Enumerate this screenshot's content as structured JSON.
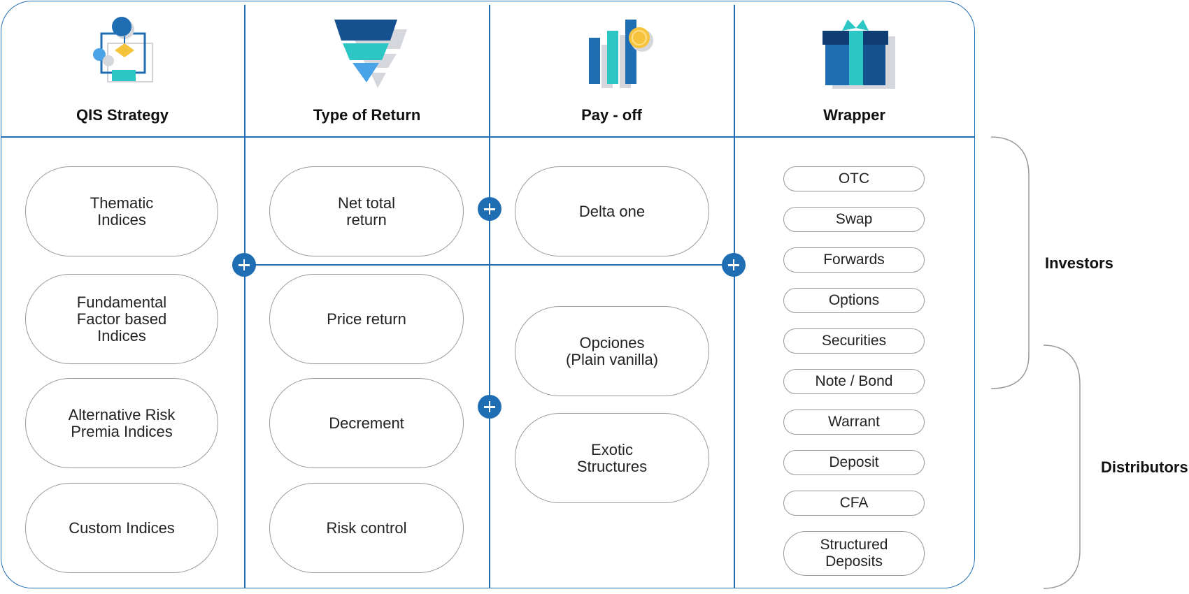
{
  "columns": [
    {
      "title": "QIS Strategy",
      "icon": "flowchart-icon"
    },
    {
      "title": "Type of Return",
      "icon": "funnel-icon"
    },
    {
      "title": "Pay - off",
      "icon": "bar-chart-coin-icon"
    },
    {
      "title": "Wrapper",
      "icon": "gift-box-icon"
    }
  ],
  "qis": [
    "Thematic\nIndices",
    "Fundamental\nFactor based\nIndices",
    "Alternative Risk\nPremia Indices",
    "Custom Indices"
  ],
  "returns": [
    "Net total\nreturn",
    "Price return",
    "Decrement",
    "Risk control"
  ],
  "payoff": [
    "Delta one",
    "Opciones\n(Plain vanilla)",
    "Exotic\nStructures"
  ],
  "wrapper": [
    "OTC",
    "Swap",
    "Forwards",
    "Options",
    "Securities",
    "Note / Bond",
    "Warrant",
    "Deposit",
    "CFA",
    "Structured\nDeposits"
  ],
  "braces": {
    "investors": "Investors",
    "distributors": "Distributors"
  },
  "colors": {
    "accent": "#1f6db3",
    "teal": "#2cc6c4",
    "yellow": "#f6c33d",
    "border": "#9a9a9a"
  }
}
